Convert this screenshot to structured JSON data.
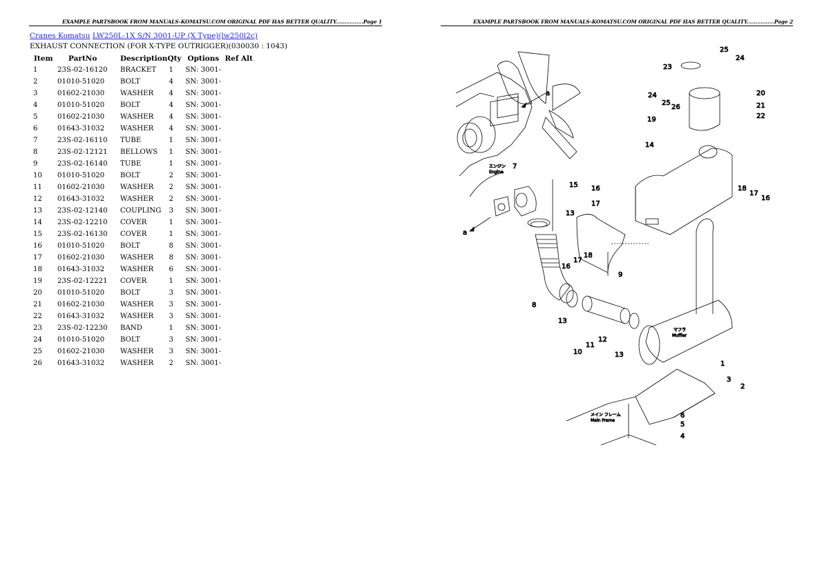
{
  "pages": [
    {
      "header": "EXAMPLE PARTSBOOK FROM MANUALS-KOMATSU.COM ORIGINAL PDF HAS BETTER QUALITY................Page 1"
    },
    {
      "header": "EXAMPLE PARTSBOOK FROM MANUALS-KOMATSU.COM ORIGINAL PDF HAS BETTER QUALITY................Page 2"
    }
  ],
  "breadcrumb": {
    "link1": "Cranes Komatsu",
    "link2": "LW250L-1X S/N 3001-UP (X Type)(lw250l2c)"
  },
  "section_title": "EXHAUST CONNECTION (FOR X-TYPE OUTRIGGER)(030030 : 1043)",
  "table": {
    "headers": [
      "Item",
      "PartNo",
      "Description",
      "Qty",
      "Options",
      "Ref Alt"
    ],
    "rows": [
      {
        "item": "1",
        "part": "23S-02-16120",
        "desc": "BRACKET",
        "qty": "1",
        "opt": "SN: 3001-",
        "ref": ""
      },
      {
        "item": "2",
        "part": "01010-51020",
        "desc": "BOLT",
        "qty": "4",
        "opt": "SN: 3001-",
        "ref": ""
      },
      {
        "item": "3",
        "part": "01602-21030",
        "desc": "WASHER",
        "qty": "4",
        "opt": "SN: 3001-",
        "ref": ""
      },
      {
        "item": "4",
        "part": "01010-51020",
        "desc": "BOLT",
        "qty": "4",
        "opt": "SN: 3001-",
        "ref": ""
      },
      {
        "item": "5",
        "part": "01602-21030",
        "desc": "WASHER",
        "qty": "4",
        "opt": "SN: 3001-",
        "ref": ""
      },
      {
        "item": "6",
        "part": "01643-31032",
        "desc": "WASHER",
        "qty": "4",
        "opt": "SN: 3001-",
        "ref": ""
      },
      {
        "item": "7",
        "part": "23S-02-16110",
        "desc": "TUBE",
        "qty": "1",
        "opt": "SN: 3001-",
        "ref": ""
      },
      {
        "item": "8",
        "part": "23S-02-12121",
        "desc": "BELLOWS",
        "qty": "1",
        "opt": "SN: 3001-",
        "ref": ""
      },
      {
        "item": "9",
        "part": "23S-02-16140",
        "desc": "TUBE",
        "qty": "1",
        "opt": "SN: 3001-",
        "ref": ""
      },
      {
        "item": "10",
        "part": "01010-51020",
        "desc": "BOLT",
        "qty": "2",
        "opt": "SN: 3001-",
        "ref": ""
      },
      {
        "item": "11",
        "part": "01602-21030",
        "desc": "WASHER",
        "qty": "2",
        "opt": "SN: 3001-",
        "ref": ""
      },
      {
        "item": "12",
        "part": "01643-31032",
        "desc": "WASHER",
        "qty": "2",
        "opt": "SN: 3001-",
        "ref": ""
      },
      {
        "item": "13",
        "part": "23S-02-12140",
        "desc": "COUPLING",
        "qty": "3",
        "opt": "SN: 3001-",
        "ref": ""
      },
      {
        "item": "14",
        "part": "23S-02-12210",
        "desc": "COVER",
        "qty": "1",
        "opt": "SN: 3001-",
        "ref": ""
      },
      {
        "item": "15",
        "part": "23S-02-16130",
        "desc": "COVER",
        "qty": "1",
        "opt": "SN: 3001-",
        "ref": ""
      },
      {
        "item": "16",
        "part": "01010-51020",
        "desc": "BOLT",
        "qty": "8",
        "opt": "SN: 3001-",
        "ref": ""
      },
      {
        "item": "17",
        "part": "01602-21030",
        "desc": "WASHER",
        "qty": "8",
        "opt": "SN: 3001-",
        "ref": ""
      },
      {
        "item": "18",
        "part": "01643-31032",
        "desc": "WASHER",
        "qty": "6",
        "opt": "SN: 3001-",
        "ref": ""
      },
      {
        "item": "19",
        "part": "23S-02-12221",
        "desc": "COVER",
        "qty": "1",
        "opt": "SN: 3001-",
        "ref": ""
      },
      {
        "item": "20",
        "part": "01010-51020",
        "desc": "BOLT",
        "qty": "3",
        "opt": "SN: 3001-",
        "ref": ""
      },
      {
        "item": "21",
        "part": "01602-21030",
        "desc": "WASHER",
        "qty": "3",
        "opt": "SN: 3001-",
        "ref": ""
      },
      {
        "item": "22",
        "part": "01643-31032",
        "desc": "WASHER",
        "qty": "3",
        "opt": "SN: 3001-",
        "ref": ""
      },
      {
        "item": "23",
        "part": "23S-02-12230",
        "desc": "BAND",
        "qty": "1",
        "opt": "SN: 3001-",
        "ref": ""
      },
      {
        "item": "24",
        "part": "01010-51020",
        "desc": "BOLT",
        "qty": "3",
        "opt": "SN: 3001-",
        "ref": ""
      },
      {
        "item": "25",
        "part": "01602-21030",
        "desc": "WASHER",
        "qty": "3",
        "opt": "SN: 3001-",
        "ref": ""
      },
      {
        "item": "26",
        "part": "01643-31032",
        "desc": "WASHER",
        "qty": "2",
        "opt": "SN: 3001-",
        "ref": ""
      }
    ]
  },
  "diagram": {
    "labels": {
      "engine_jp": "エンジン",
      "engine": "Engine",
      "muffler_jp": "マフラ",
      "muffler": "Muffler",
      "main_frame_jp": "メイン フレーム",
      "main_frame": "Main Frame",
      "ref_a": "a"
    },
    "callouts": [
      "1",
      "2",
      "3",
      "4",
      "5",
      "6",
      "7",
      "8",
      "9",
      "10",
      "11",
      "12",
      "13",
      "13",
      "13",
      "14",
      "15",
      "16",
      "16",
      "16",
      "17",
      "17",
      "17",
      "18",
      "18",
      "19",
      "20",
      "21",
      "22",
      "23",
      "24",
      "24",
      "25",
      "25",
      "26"
    ]
  }
}
